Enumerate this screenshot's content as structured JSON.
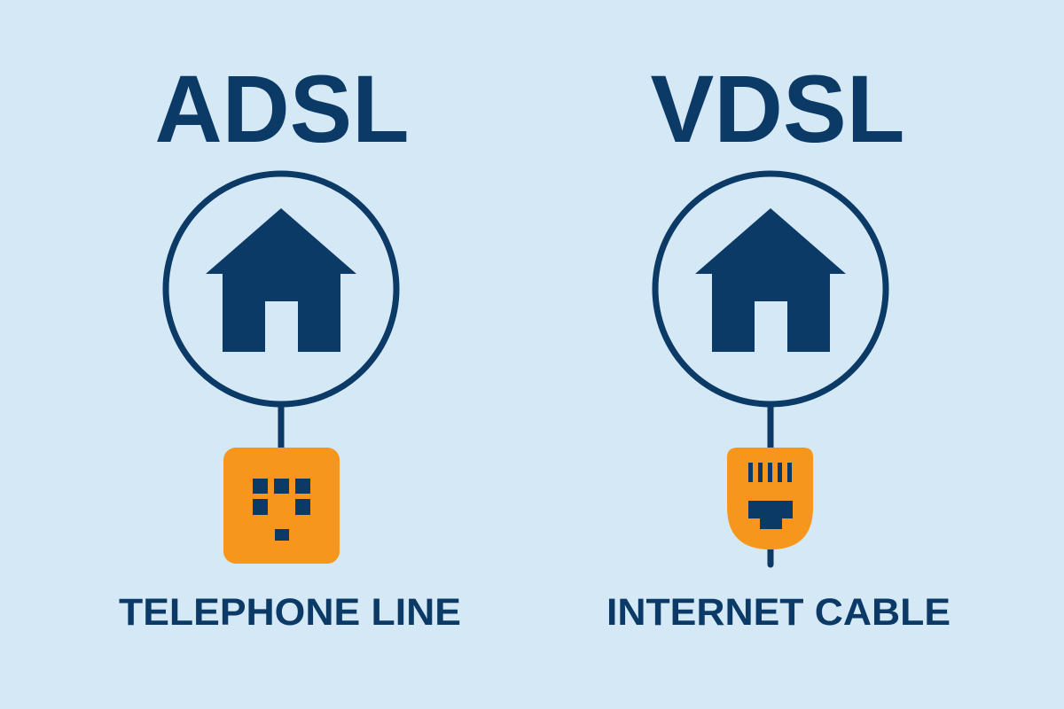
{
  "colors": {
    "background": "#d4e8f5",
    "navy": "#0b3a66",
    "orange": "#f7961d"
  },
  "left": {
    "title": "ADSL",
    "label": "TELEPHONE LINE",
    "icon": "telephone-jack-icon"
  },
  "right": {
    "title": "VDSL",
    "label": "INTERNET CABLE",
    "icon": "ethernet-plug-icon"
  }
}
